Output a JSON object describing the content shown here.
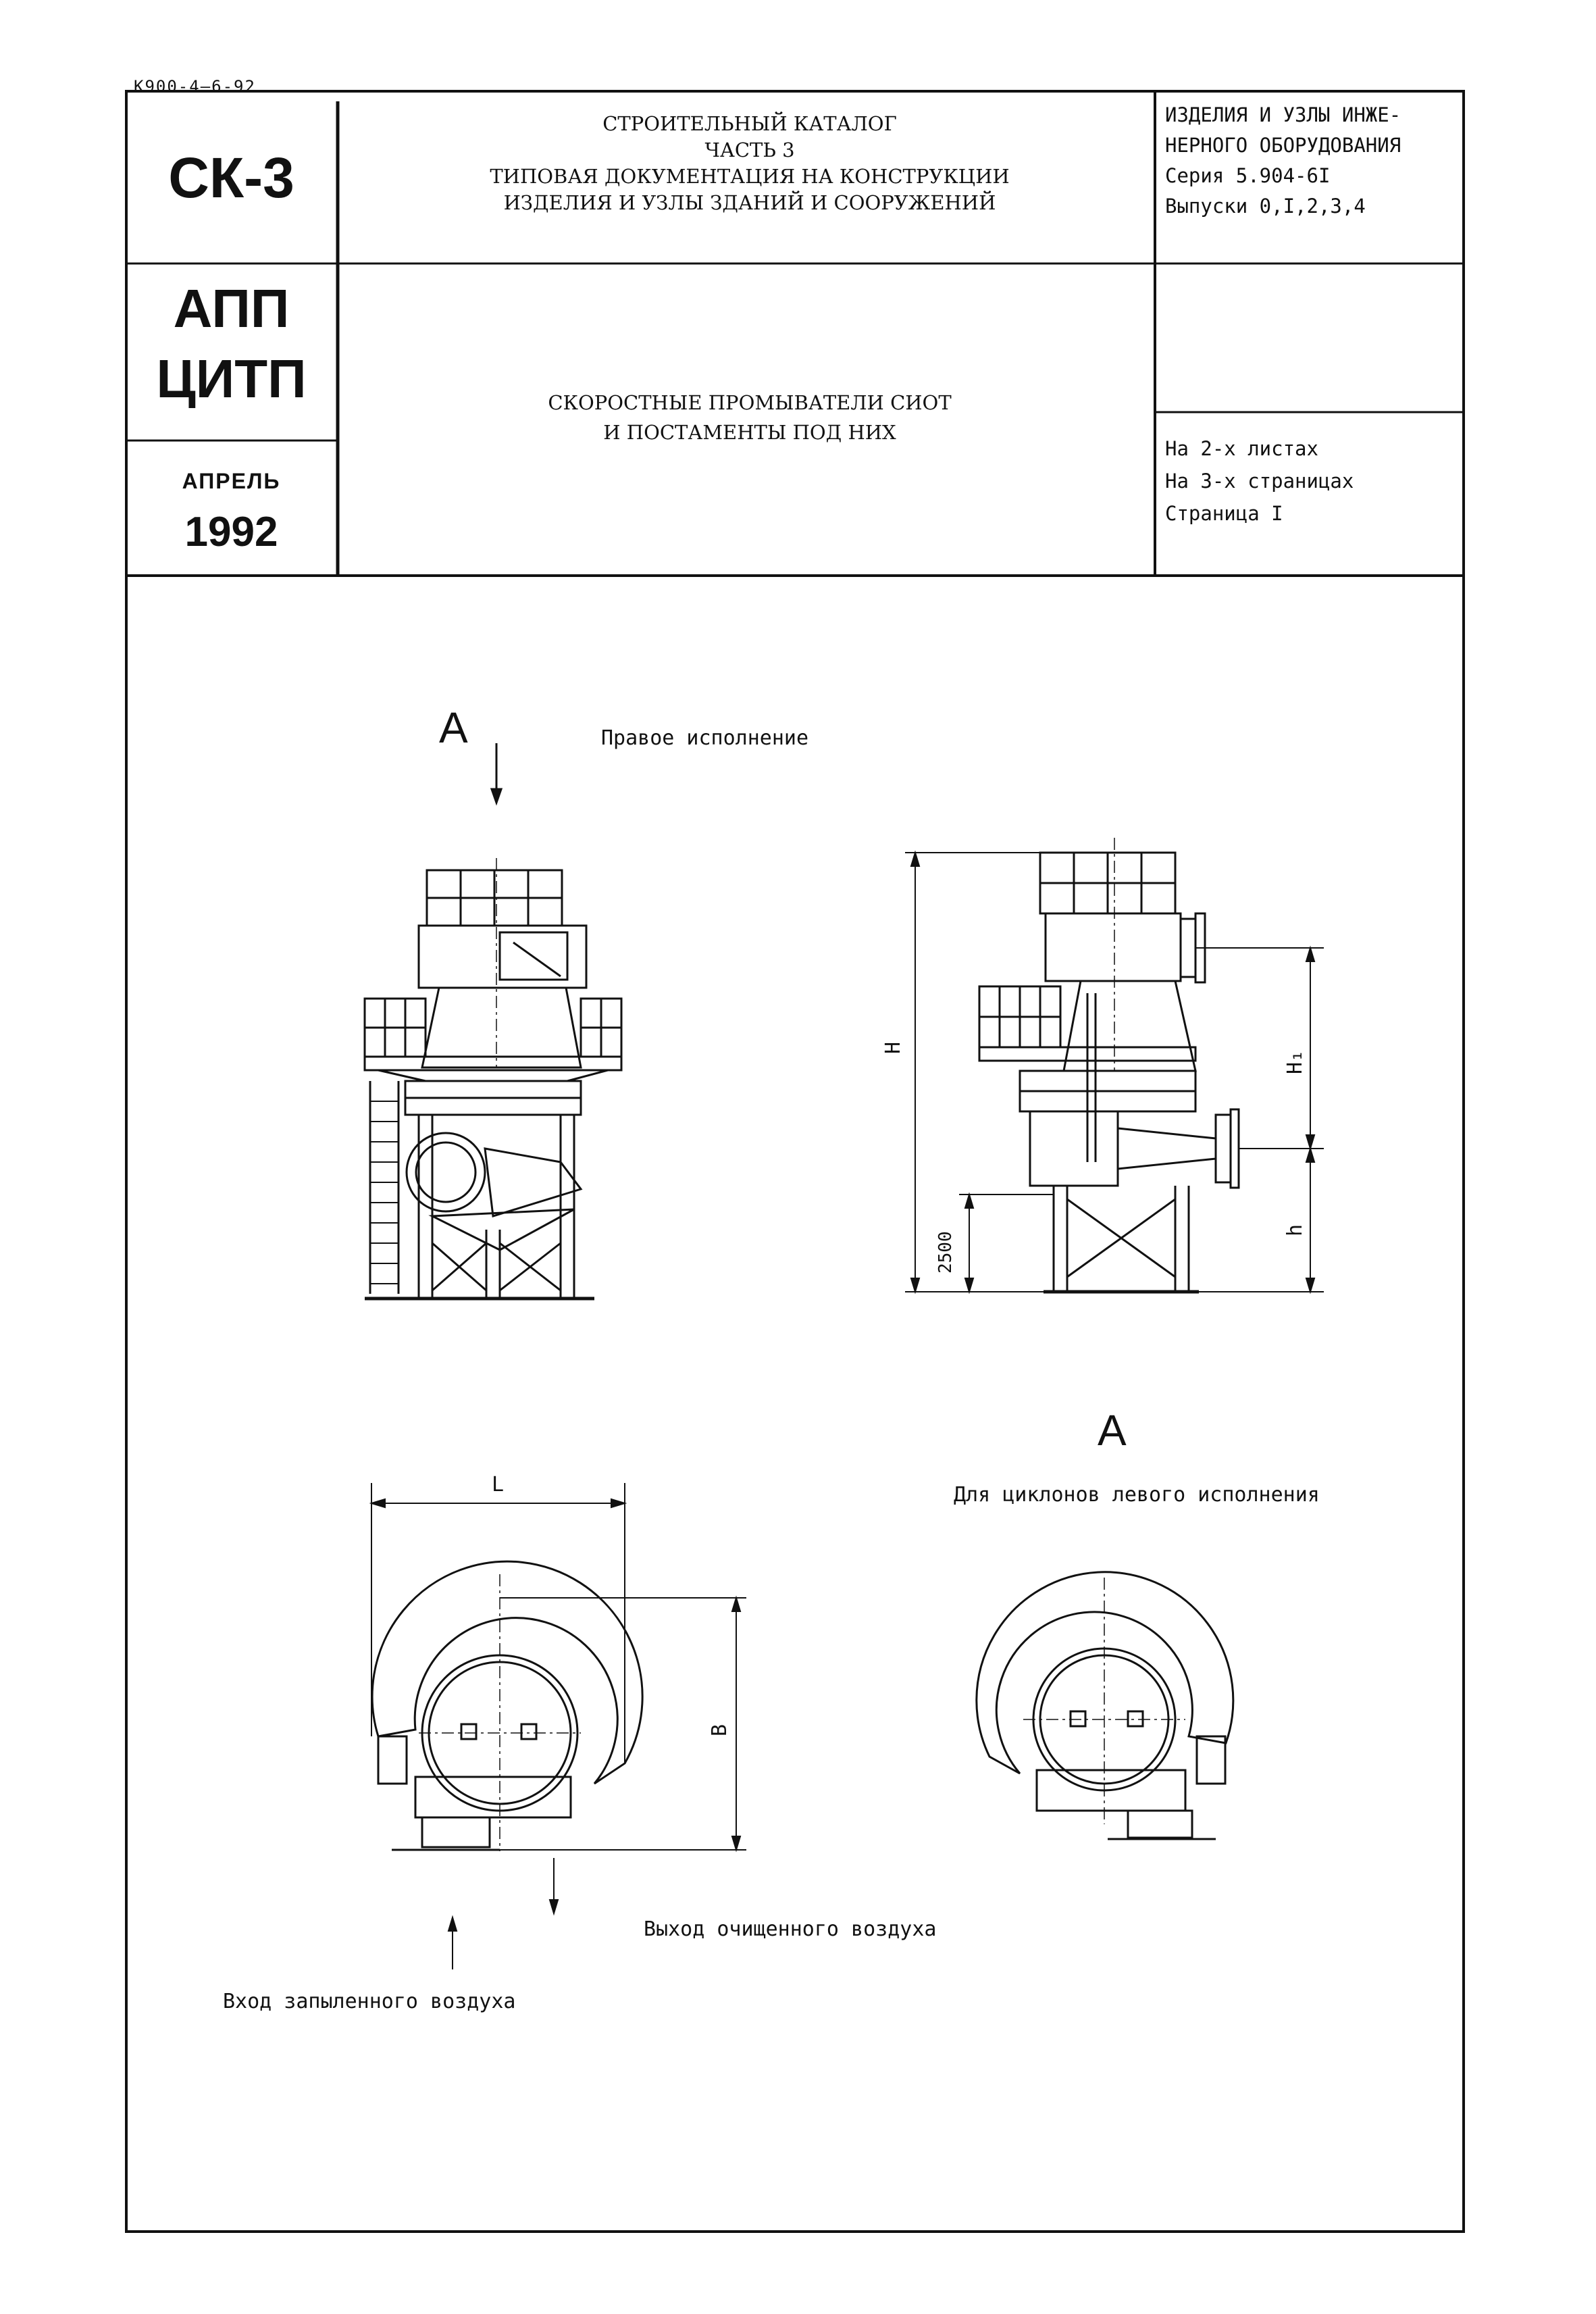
{
  "doc_code": "К900-4—6-92",
  "stamp": {
    "code": "СК-3",
    "org_line1": "АПП",
    "org_line2": "ЦИТП",
    "month": "АПРЕЛЬ",
    "year": "1992"
  },
  "catalog": {
    "line1": "Строительный каталог",
    "line2": "Часть 3",
    "line3": "Типовая документация на конструкции",
    "line4": "изделия и узлы зданий и сооружений"
  },
  "series_info": {
    "line1": "ИЗДЕЛИЯ И УЗЛЫ ИНЖЕ-",
    "line2": "НЕРНОГО ОБОРУДОВАНИЯ",
    "line3": "Серия 5.904-6I",
    "line4": "Выпуски 0,I,2,3,4"
  },
  "title": {
    "line1": "Скоростные промыватели СИОТ",
    "line2": "и постаменты под них"
  },
  "sheets": {
    "line1": "На 2-х листах",
    "line2": "На 3-х страницах",
    "line3": "Страница I"
  },
  "drawing": {
    "view_mark": "А",
    "right_execution": "Правое исполнение",
    "left_cyclones": "Для циклонов левого исполнения",
    "dim_H": "H",
    "dim_H1": "H₁",
    "dim_h": "h",
    "dim_2500": "2500",
    "dim_L": "L",
    "dim_B": "B",
    "outlet": "Выход очищенного воздуха",
    "inlet": "Вход запыленного воздуха"
  }
}
